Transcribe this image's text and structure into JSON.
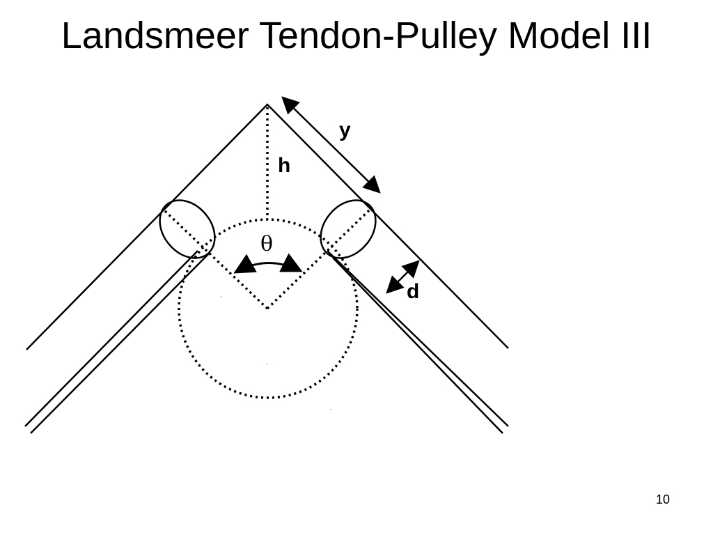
{
  "slide": {
    "title": "Landsmeer Tendon-Pulley Model III",
    "page_number": "10"
  },
  "diagram": {
    "labels": {
      "y": "y",
      "h": "h",
      "theta": "θ",
      "d": "d"
    },
    "colors": {
      "ink": "#000000",
      "background": "#ffffff"
    }
  }
}
